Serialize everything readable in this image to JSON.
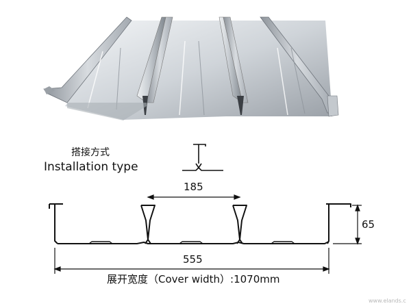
{
  "installation": {
    "label_zh": "搭接方式",
    "label_en": "Installation type"
  },
  "dimensions": {
    "rib_spacing": "185",
    "height": "65",
    "overall": "555",
    "cover_width_text": "展开宽度（Cover width）:1070mm"
  },
  "watermark": "www.elands.c",
  "colors": {
    "steel_light": "#e6e9ec",
    "steel_mid": "#b9bec4",
    "steel_dark": "#7d838a",
    "line": "#222222"
  }
}
